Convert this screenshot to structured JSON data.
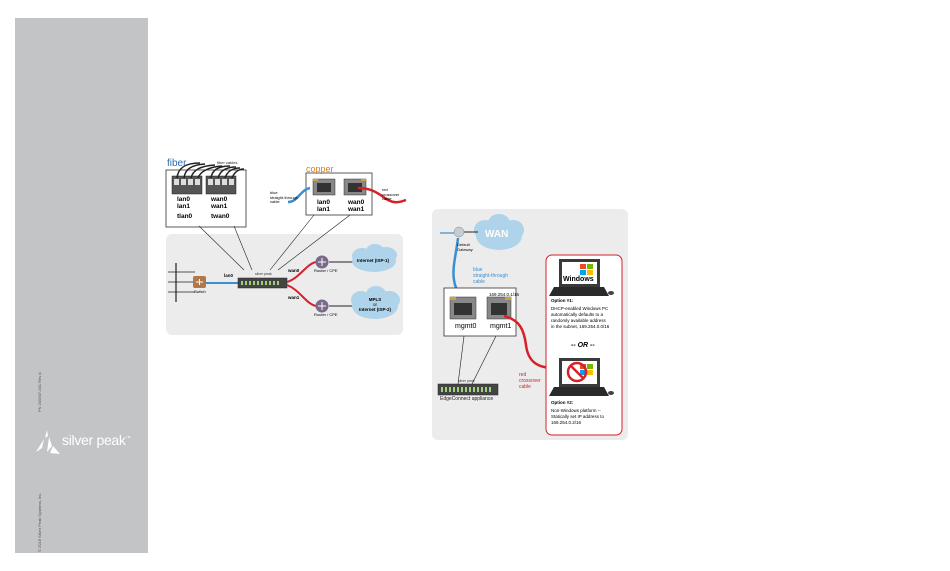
{
  "sidebar": {
    "brand": "silver peak",
    "tm": "™",
    "part_number": "PN 200907-001 Rev A",
    "copyright": "© 2018 Silver Peak Systems, Inc."
  },
  "left_diagram": {
    "fiber": {
      "title": "fiber",
      "cables_label": "fiber cables",
      "ports_a": "lan0\nlan1",
      "ports_b": "wan0\nwan1",
      "tports_a": "tlan0",
      "tports_b": "twan0"
    },
    "copper": {
      "title": "copper",
      "blue_cable": "blue\nstraight-through\ncable",
      "red_cable": "red\ncrossover\ncable",
      "ports_a": "lan0\nlan1",
      "ports_b": "wan0\nwan1"
    },
    "network": {
      "lan_label": "lan0",
      "wan0_label": "wan0",
      "wan1_label": "wan1",
      "switch_label": "Switch",
      "appliance_brand": "silver peak",
      "router1_label": "Router / CPE",
      "router2_label": "Router / CPE",
      "isp1": "Internet (ISP-1)",
      "mpls_line1": "MPLS",
      "mpls_line2": "or",
      "mpls_line3": "Internet (ISP-2)"
    }
  },
  "right_diagram": {
    "wan": "WAN",
    "gateway": "Default\nGateway",
    "blue_cable": "blue\nstraight-through\ncable",
    "ip_address": "169.254.0.1/16",
    "mgmt0": "mgmt0",
    "mgmt1": "mgmt1",
    "red_cable": "red\ncrossover\ncable",
    "appliance_brand": "silver peak",
    "appliance_label": "EdgeConnect appliance",
    "windows_label": "Windows",
    "option1_title": "Option #1:",
    "option1_text": "DHCP-enabled Windows PC\nautomatically defaults to a\nrandomly available address\nin the subnet, 169.254.0.0/16",
    "or": "-- OR --",
    "option2_title": "Option #2:",
    "option2_text": "Non-Windows platform --\nStatically set IP address to\n169.254.0.2/16"
  },
  "colors": {
    "fiber_title": "#2b6cb0",
    "copper_title": "#e07b1a",
    "blue_cable": "#3b8fd0",
    "red_cable": "#d6202a",
    "panel_bg": "#ececec",
    "sidebar_bg": "#c3c4c6"
  }
}
